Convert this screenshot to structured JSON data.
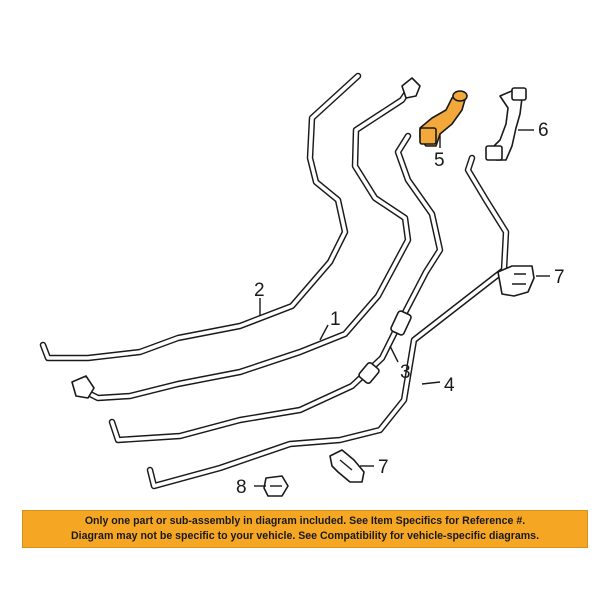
{
  "callouts": {
    "c1": "1",
    "c2": "2",
    "c3": "3",
    "c4": "4",
    "c5": "5",
    "c6": "6",
    "c7a": "7",
    "c7b": "7",
    "c8": "8"
  },
  "notice": {
    "line1": "Only one part or sub-assembly in diagram included. See Item Specifics for Reference #.",
    "line2": "Diagram may not be specific to your vehicle. See Compatibility for vehicle-specific diagrams."
  },
  "colors": {
    "highlight": "#f3a83b",
    "notice_background": "#f5a623"
  }
}
